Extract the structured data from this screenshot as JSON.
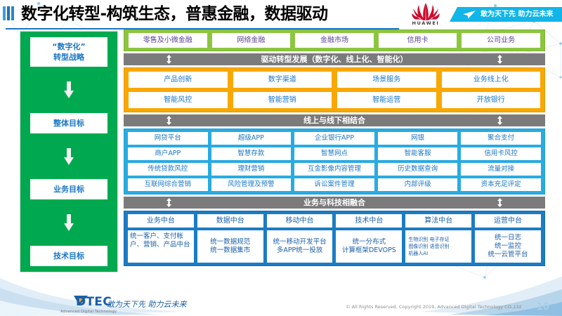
{
  "header": {
    "title": "数字化转型-构筑生态，普惠金融，数据驱动",
    "brand": "HUAWEI",
    "slogan": "敢为天下先 助力云未来",
    "accent_color": "#1a76c4",
    "banner_color": "#12b5e8"
  },
  "sidebar": {
    "background_color": "#00a94f",
    "items": [
      {
        "label": "“数字化”\n转型战略"
      },
      {
        "label": "整体目标"
      },
      {
        "label": "业务目标"
      },
      {
        "label": "技术目标"
      }
    ]
  },
  "channels": {
    "background_color": "#8cc63f",
    "items": [
      "零售及小微金融",
      "网络金融",
      "金融市场",
      "信用卡",
      "公司业务"
    ]
  },
  "connectors": [
    {
      "label": "驱动转型发展（数字化、线上化、智能化）"
    },
    {
      "label": "线上与线下相结合"
    },
    {
      "label": "业务与科技相融合"
    }
  ],
  "drivers": {
    "background_color": "#f9a800",
    "rows": [
      [
        "产品创新",
        "数字渠道",
        "场景服务",
        "业务线上化"
      ],
      [
        "智能风控",
        "智能营销",
        "智能运营",
        "开放银行"
      ]
    ]
  },
  "applications": {
    "background_color": "#29abe2",
    "rows": [
      [
        "网贷平台",
        "超级APP",
        "企业银行APP",
        "网银",
        "聚合支付"
      ],
      [
        "商户APP",
        "智慧存款",
        "智慧网点",
        "智能客服",
        "信用卡风控"
      ],
      [
        "传统贷款风控",
        "理财营销",
        "互金影像内容管理",
        "历史数据查询",
        "流量对接"
      ],
      [
        "互联网综合营销",
        "风险管理及预警",
        "诉讼案件管理",
        "内部评级",
        "资本充足评定"
      ]
    ]
  },
  "platforms": {
    "background_color": "#1b7cc4",
    "columns": [
      {
        "head": "业务中台",
        "body": "统一客户、支付帐户、营销、产品中台",
        "style": "left"
      },
      {
        "head": "数据中台",
        "body": "统一数据规范\n统一数据集市",
        "style": "center"
      },
      {
        "head": "移动中台",
        "body": "统一移动开发平台\n多APP统一投放",
        "style": "center"
      },
      {
        "head": "技术中台",
        "body": "统一分布式\n计算框架DEVOPS",
        "style": "center"
      },
      {
        "head": "算法中台",
        "body": "生物识别 电子存证\n图像识别 语音识别\n机器人AI",
        "style": "tiny"
      },
      {
        "head": "运营中台",
        "body": "统一日志\n统一监控\n统一云管平台",
        "style": "center"
      }
    ]
  },
  "footer": {
    "logo_name": "DTEC",
    "logo_tagline": "Advanced Digital Technology",
    "slogan": "敢为天下先  助力云未来",
    "copyright": "© All Rights Reserved. Copyright 2019, Advanced Digital Technology CO.,Ltd",
    "page_number": "10"
  }
}
